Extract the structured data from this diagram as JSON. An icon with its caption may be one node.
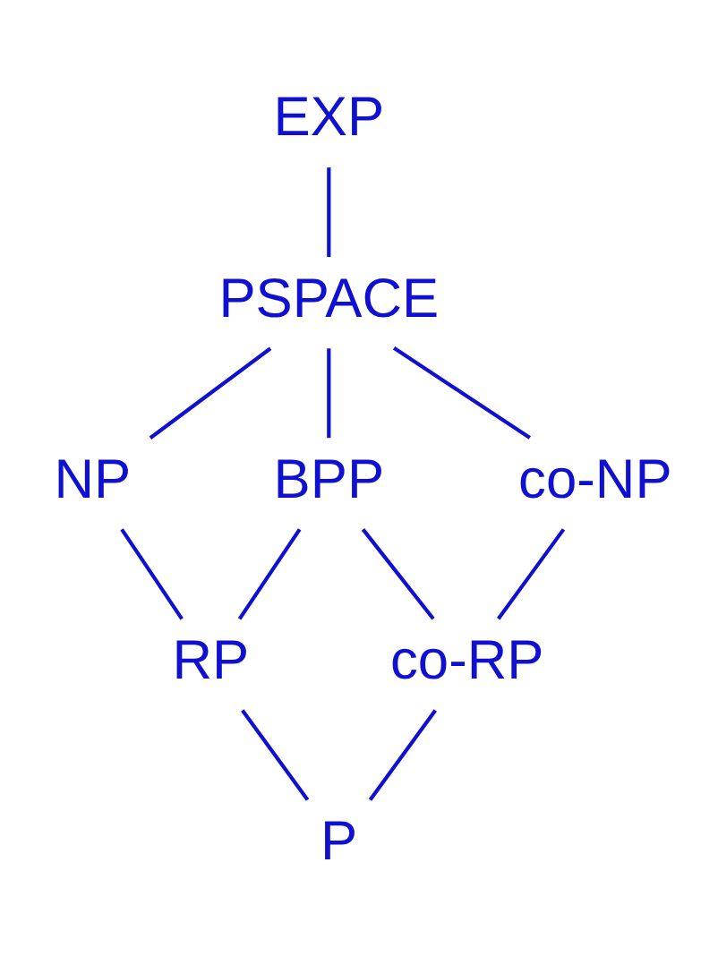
{
  "diagram": {
    "nodes": [
      {
        "text": [
          "EXP"
        ]
      },
      {
        "text": [
          "PSPACE"
        ]
      },
      {
        "text": [
          "NP"
        ]
      },
      {
        "text": [
          "BPP"
        ]
      },
      {
        "text": [
          "co-NP"
        ]
      },
      {
        "text": [
          "RP"
        ]
      },
      {
        "text": [
          "co-RP"
        ]
      },
      {
        "text": [
          "P"
        ]
      }
    ],
    "edges": [
      {
        "from": 0,
        "to": 1,
        "arrow": "none"
      },
      {
        "from": 1,
        "to": 2,
        "arrow": "none"
      },
      {
        "from": 1,
        "to": 3,
        "arrow": "none"
      },
      {
        "from": 1,
        "to": 4,
        "arrow": "none"
      },
      {
        "from": 2,
        "to": 5,
        "arrow": "none"
      },
      {
        "from": 3,
        "to": 5,
        "arrow": "none"
      },
      {
        "from": 3,
        "to": 6,
        "arrow": "none"
      },
      {
        "from": 4,
        "to": 6,
        "arrow": "none"
      },
      {
        "from": 5,
        "to": 7,
        "arrow": "none"
      },
      {
        "from": 6,
        "to": 7,
        "arrow": "none"
      }
    ]
  }
}
